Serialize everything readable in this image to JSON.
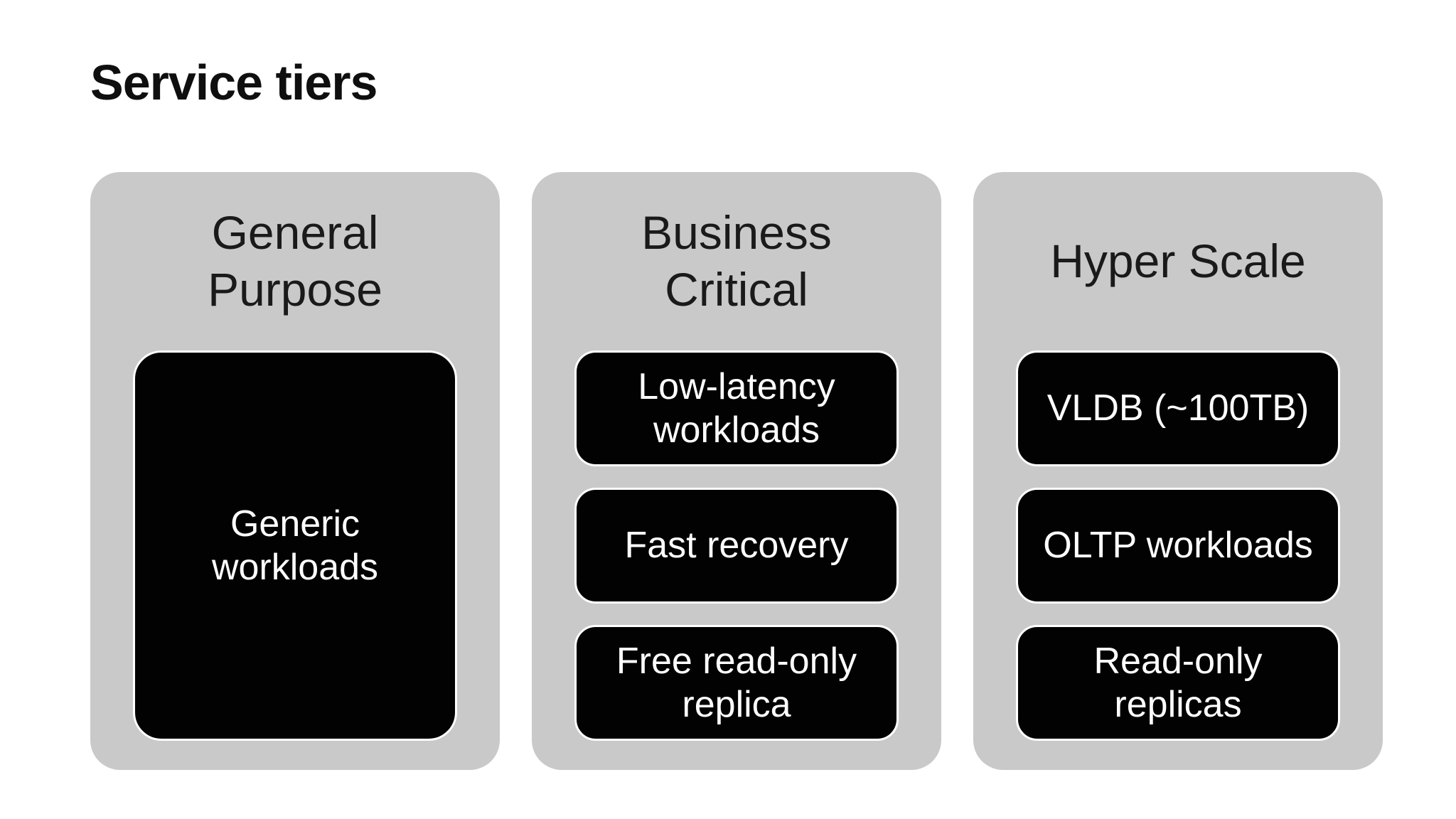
{
  "page": {
    "title": "Service tiers"
  },
  "colors": {
    "background": "#ffffff",
    "panel": "#c9c9c9",
    "panel_title_text": "#1a1a1a",
    "box_fill": "#020202",
    "box_border": "#ffffff",
    "box_text": "#ffffff",
    "title_text": "#0f0f0f"
  },
  "tiers": [
    {
      "name": "General Purpose",
      "title_display": "General\nPurpose",
      "features": [
        {
          "label": "Generic workloads",
          "label_display": "Generic\nworkloads",
          "tall": true
        }
      ]
    },
    {
      "name": "Business Critical",
      "title_display": "Business\nCritical",
      "features": [
        {
          "label": "Low-latency workloads",
          "label_display": "Low-latency\nworkloads",
          "tall": false
        },
        {
          "label": "Fast recovery",
          "label_display": "Fast recovery",
          "tall": false
        },
        {
          "label": "Free read-only replica",
          "label_display": "Free read-only\nreplica",
          "tall": false
        }
      ]
    },
    {
      "name": "Hyper Scale",
      "title_display": "Hyper Scale",
      "features": [
        {
          "label": "VLDB (~100TB)",
          "label_display": "VLDB (~100TB)",
          "tall": false
        },
        {
          "label": "OLTP workloads",
          "label_display": "OLTP workloads",
          "tall": false
        },
        {
          "label": "Read-only replicas",
          "label_display": "Read-only\nreplicas",
          "tall": false
        }
      ]
    }
  ]
}
